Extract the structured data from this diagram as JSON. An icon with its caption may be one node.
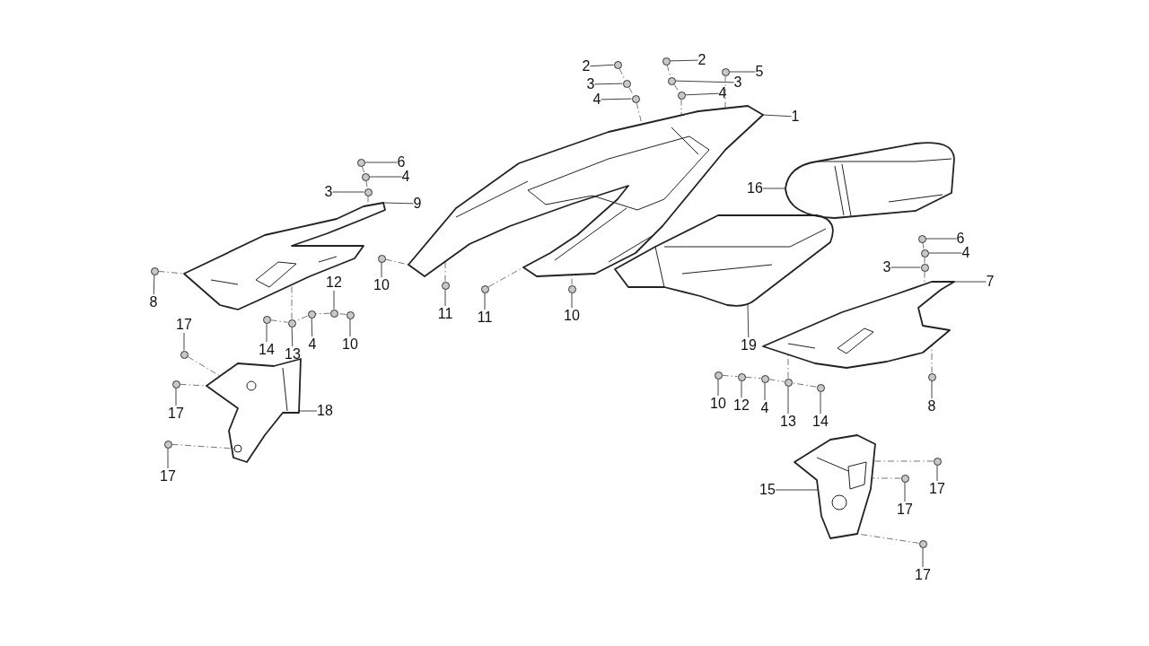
{
  "diagram": {
    "nodes": [
      {
        "text": [],
        "shape": "picture"
      },
      {
        "text": [],
        "shape": "picture"
      },
      {
        "text": [],
        "shape": "picture"
      },
      {
        "text": [],
        "shape": "picture"
      },
      {
        "text": [],
        "shape": "picture"
      },
      {
        "text": [],
        "shape": "picture"
      },
      {
        "text": [],
        "shape": "picture"
      },
      {
        "text": [],
        "shape": "circle"
      },
      {
        "text": [],
        "shape": "circle"
      },
      {
        "text": [],
        "shape": "circle"
      },
      {
        "text": [],
        "shape": "circle"
      },
      {
        "text": [],
        "shape": "circle"
      },
      {
        "text": [],
        "shape": "circle"
      },
      {
        "text": [],
        "shape": "circle"
      },
      {
        "text": [],
        "shape": "circle"
      },
      {
        "text": [],
        "shape": "circle"
      },
      {
        "text": [],
        "shape": "circle"
      },
      {
        "text": [],
        "shape": "circle"
      },
      {
        "text": [],
        "shape": "circle"
      },
      {
        "text": [],
        "shape": "circle"
      },
      {
        "text": [],
        "shape": "circle"
      },
      {
        "text": [],
        "shape": "circle"
      },
      {
        "text": [],
        "shape": "circle"
      },
      {
        "text": [],
        "shape": "circle"
      },
      {
        "text": [],
        "shape": "circle"
      },
      {
        "text": [],
        "shape": "circle"
      },
      {
        "text": [],
        "shape": "circle"
      },
      {
        "text": [],
        "shape": "circle"
      },
      {
        "text": [],
        "shape": "circle"
      },
      {
        "text": [],
        "shape": "circle"
      },
      {
        "text": [],
        "shape": "circle"
      },
      {
        "text": [],
        "shape": "circle"
      },
      {
        "text": [],
        "shape": "circle"
      },
      {
        "text": [],
        "shape": "circle"
      },
      {
        "text": [],
        "shape": "circle"
      },
      {
        "text": [],
        "shape": "circle"
      },
      {
        "text": [],
        "shape": "circle"
      },
      {
        "text": [],
        "shape": "circle"
      },
      {
        "text": [],
        "shape": "circle"
      },
      {
        "text": [],
        "shape": "circle"
      },
      {
        "text": [],
        "shape": "circle"
      },
      {
        "text": [],
        "shape": "circle"
      },
      {
        "text": [
          "2"
        ]
      },
      {
        "text": [
          "2"
        ]
      },
      {
        "text": [
          "5"
        ]
      },
      {
        "text": [
          "3"
        ]
      },
      {
        "text": [
          "3"
        ]
      },
      {
        "text": [
          "4"
        ]
      },
      {
        "text": [
          "4"
        ]
      },
      {
        "text": [
          "1"
        ]
      },
      {
        "text": [
          "6"
        ]
      },
      {
        "text": [
          "4"
        ]
      },
      {
        "text": [
          "16"
        ]
      },
      {
        "text": [
          "3"
        ]
      },
      {
        "text": [
          "9"
        ]
      },
      {
        "text": [
          "6"
        ]
      },
      {
        "text": [
          "4"
        ]
      },
      {
        "text": [
          "3"
        ]
      },
      {
        "text": [
          "7"
        ]
      },
      {
        "text": [
          "12"
        ]
      },
      {
        "text": [
          "10"
        ]
      },
      {
        "text": [
          "11"
        ]
      },
      {
        "text": [
          "8"
        ]
      },
      {
        "text": [
          "10"
        ]
      },
      {
        "text": [
          "11"
        ]
      },
      {
        "text": [
          "17"
        ]
      },
      {
        "text": [
          "19"
        ]
      },
      {
        "text": [
          "4"
        ]
      },
      {
        "text": [
          "10"
        ]
      },
      {
        "text": [
          "14"
        ]
      },
      {
        "text": [
          "13"
        ]
      },
      {
        "text": [
          "10"
        ]
      },
      {
        "text": [
          "12"
        ]
      },
      {
        "text": [
          "4"
        ]
      },
      {
        "text": [
          "8"
        ]
      },
      {
        "text": [
          "17"
        ]
      },
      {
        "text": [
          "18"
        ]
      },
      {
        "text": [
          "13"
        ]
      },
      {
        "text": [
          "14"
        ]
      },
      {
        "text": [
          "17"
        ]
      },
      {
        "text": [
          "17"
        ]
      },
      {
        "text": [
          "15"
        ]
      },
      {
        "text": [
          "17"
        ]
      },
      {
        "text": [
          "17"
        ]
      }
    ],
    "edges": [
      {
        "from": 42,
        "to": 7,
        "arrow": "none"
      },
      {
        "from": 43,
        "to": 10,
        "arrow": "none"
      },
      {
        "from": 44,
        "to": 12,
        "arrow": "none"
      },
      {
        "from": 45,
        "to": 8,
        "arrow": "none"
      },
      {
        "from": 46,
        "to": 11,
        "arrow": "none"
      },
      {
        "from": 47,
        "to": 9,
        "arrow": "none"
      },
      {
        "from": 48,
        "to": 13,
        "arrow": "none"
      },
      {
        "from": 49,
        "to": 0,
        "arrow": "none"
      },
      {
        "from": 50,
        "to": 14,
        "arrow": "none"
      },
      {
        "from": 51,
        "to": 15,
        "arrow": "none"
      },
      {
        "from": 52,
        "to": 1,
        "arrow": "none"
      },
      {
        "from": 53,
        "to": 16,
        "arrow": "none"
      },
      {
        "from": 54,
        "to": 2,
        "arrow": "none"
      },
      {
        "from": 55,
        "to": 23,
        "arrow": "none"
      },
      {
        "from": 56,
        "to": 24,
        "arrow": "none"
      },
      {
        "from": 57,
        "to": 25,
        "arrow": "none"
      },
      {
        "from": 58,
        "to": 4,
        "arrow": "none"
      },
      {
        "from": 59,
        "to": 22,
        "arrow": "none"
      },
      {
        "from": 60,
        "to": 18,
        "arrow": "none"
      },
      {
        "from": 61,
        "to": 19,
        "arrow": "none"
      },
      {
        "from": 62,
        "to": 17,
        "arrow": "none"
      },
      {
        "from": 63,
        "to": 21,
        "arrow": "none"
      },
      {
        "from": 64,
        "to": 20,
        "arrow": "none"
      },
      {
        "from": 65,
        "to": 30,
        "arrow": "none"
      },
      {
        "from": 66,
        "to": 3,
        "arrow": "none"
      },
      {
        "from": 67,
        "to": 28,
        "arrow": "none"
      },
      {
        "from": 68,
        "to": 29,
        "arrow": "none"
      },
      {
        "from": 69,
        "to": 26,
        "arrow": "none"
      },
      {
        "from": 70,
        "to": 27,
        "arrow": "none"
      },
      {
        "from": 71,
        "to": 31,
        "arrow": "none"
      },
      {
        "from": 72,
        "to": 32,
        "arrow": "none"
      },
      {
        "from": 73,
        "to": 33,
        "arrow": "none"
      },
      {
        "from": 74,
        "to": 36,
        "arrow": "none"
      },
      {
        "from": 75,
        "to": 37,
        "arrow": "none"
      },
      {
        "from": 76,
        "to": 5,
        "arrow": "none"
      },
      {
        "from": 77,
        "to": 34,
        "arrow": "none"
      },
      {
        "from": 78,
        "to": 35,
        "arrow": "none"
      },
      {
        "from": 79,
        "to": 38,
        "arrow": "none"
      },
      {
        "from": 80,
        "to": 39,
        "arrow": "none"
      },
      {
        "from": 81,
        "to": 6,
        "arrow": "none"
      },
      {
        "from": 82,
        "to": 40,
        "arrow": "none"
      },
      {
        "from": 83,
        "to": 41,
        "arrow": "none"
      },
      {
        "from": 7,
        "to": 8,
        "arrow": "none",
        "style": "dashed"
      },
      {
        "from": 8,
        "to": 9,
        "arrow": "none",
        "style": "dashed"
      },
      {
        "from": 9,
        "to": 0,
        "arrow": "none",
        "style": "dashed"
      },
      {
        "from": 10,
        "to": 11,
        "arrow": "none",
        "style": "dashed"
      },
      {
        "from": 11,
        "to": 13,
        "arrow": "none",
        "style": "dashed"
      },
      {
        "from": 13,
        "to": 0,
        "arrow": "none",
        "style": "dashed"
      },
      {
        "from": 12,
        "to": 0,
        "arrow": "none",
        "style": "dashed"
      },
      {
        "from": 14,
        "to": 15,
        "arrow": "none",
        "style": "dashed"
      },
      {
        "from": 15,
        "to": 16,
        "arrow": "none",
        "style": "dashed"
      },
      {
        "from": 16,
        "to": 2,
        "arrow": "none",
        "style": "dashed"
      },
      {
        "from": 17,
        "to": 2,
        "arrow": "none",
        "style": "dashed"
      },
      {
        "from": 18,
        "to": 0,
        "arrow": "none",
        "style": "dashed"
      },
      {
        "from": 19,
        "to": 0,
        "arrow": "none",
        "style": "dashed"
      },
      {
        "from": 20,
        "to": 0,
        "arrow": "none",
        "style": "dashed"
      },
      {
        "from": 21,
        "to": 0,
        "arrow": "none",
        "style": "dashed"
      },
      {
        "from": 29,
        "to": 22,
        "arrow": "none",
        "style": "dashed"
      },
      {
        "from": 22,
        "to": 28,
        "arrow": "none",
        "style": "dashed"
      },
      {
        "from": 28,
        "to": 27,
        "arrow": "none",
        "style": "dashed"
      },
      {
        "from": 27,
        "to": 2,
        "arrow": "none",
        "style": "dashed"
      },
      {
        "from": 26,
        "to": 27,
        "arrow": "none",
        "style": "dashed"
      },
      {
        "from": 23,
        "to": 24,
        "arrow": "none",
        "style": "dashed"
      },
      {
        "from": 24,
        "to": 25,
        "arrow": "none",
        "style": "dashed"
      },
      {
        "from": 25,
        "to": 4,
        "arrow": "none",
        "style": "dashed"
      },
      {
        "from": 31,
        "to": 32,
        "arrow": "none",
        "style": "dashed"
      },
      {
        "from": 32,
        "to": 33,
        "arrow": "none",
        "style": "dashed"
      },
      {
        "from": 33,
        "to": 34,
        "arrow": "none",
        "style": "dashed"
      },
      {
        "from": 34,
        "to": 4,
        "arrow": "none",
        "style": "dashed"
      },
      {
        "from": 35,
        "to": 34,
        "arrow": "none",
        "style": "dashed"
      },
      {
        "from": 36,
        "to": 4,
        "arrow": "none",
        "style": "dashed"
      },
      {
        "from": 30,
        "to": 5,
        "arrow": "none",
        "style": "dashed"
      },
      {
        "from": 37,
        "to": 5,
        "arrow": "none",
        "style": "dashed"
      },
      {
        "from": 38,
        "to": 5,
        "arrow": "none",
        "style": "dashed"
      },
      {
        "from": 39,
        "to": 6,
        "arrow": "none",
        "style": "dashed"
      },
      {
        "from": 40,
        "to": 6,
        "arrow": "none",
        "style": "dashed"
      },
      {
        "from": 41,
        "to": 6,
        "arrow": "none",
        "style": "dashed"
      }
    ]
  }
}
